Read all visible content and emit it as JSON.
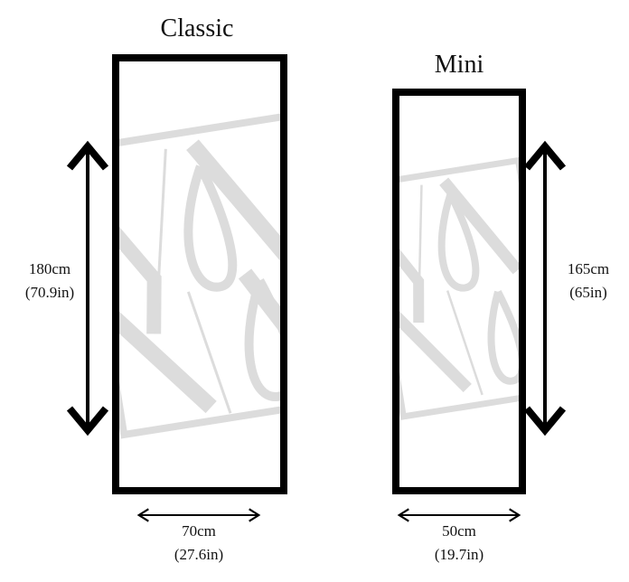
{
  "models": [
    {
      "name": "Classic",
      "height": "180cm",
      "height_in": "(70.9in)",
      "width": "70cm",
      "width_in": "(27.6in)"
    },
    {
      "name": "Mini",
      "height": "165cm",
      "height_in": "(65in)",
      "width": "50cm",
      "width_in": "(19.7in)"
    }
  ],
  "colors": {
    "frame": "#000000",
    "watermark": "#dcdcdc"
  }
}
